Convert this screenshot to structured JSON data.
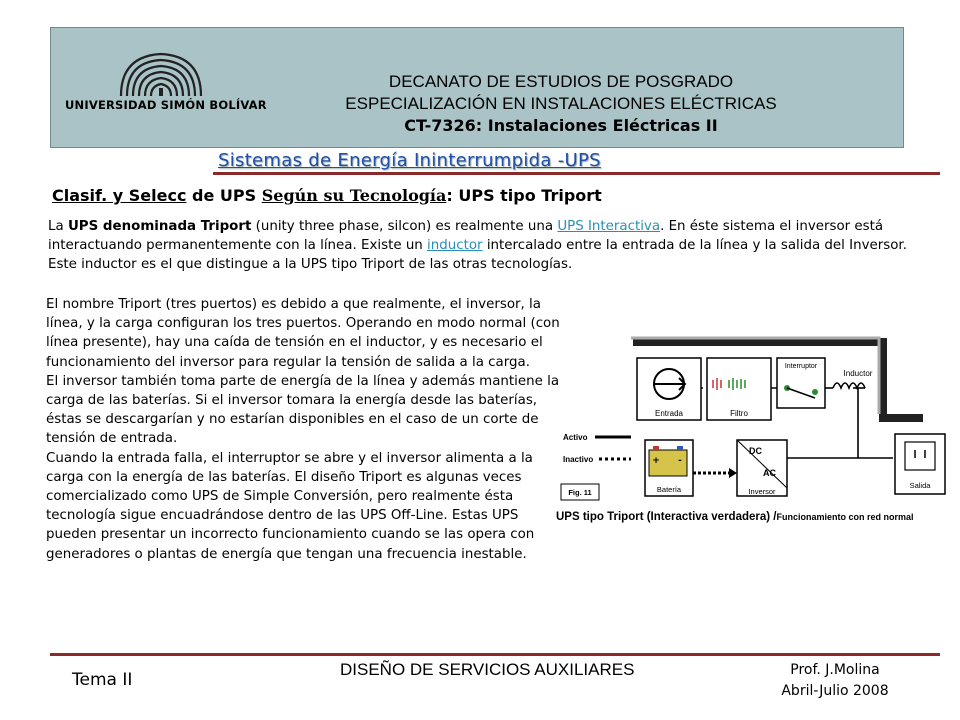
{
  "header": {
    "university": "UNIVERSIDAD SIMÓN BOLÍVAR",
    "line1": "DECANATO DE ESTUDIOS DE POSGRADO",
    "line2": "ESPECIALIZACIÓN EN INSTALACIONES ELÉCTRICAS",
    "line3": "CT-7326: Instalaciones Eléctricas II"
  },
  "subtitle": "Sistemas de Energía Ininterrumpida -UPS",
  "heading": {
    "part1": "Clasif. y Selecc",
    "part2": " de UPS ",
    "part3": "Según su Tecnología",
    "part4": ": ",
    "part5": "UPS tipo Triport"
  },
  "intro": {
    "t1": "La ",
    "b1": "UPS denominada Triport",
    "t2": " (unity three phase, silcon) es realmente una ",
    "link1": "UPS Interactiva",
    "t3": ". En éste sistema el inversor está interactuando permanentemente con la línea. Existe un ",
    "link2": "inductor",
    "t4": " intercalado entre la entrada de la línea y la salida del Inversor. Este inductor es el que distingue a la UPS tipo Triport de las otras tecnologías."
  },
  "body": [
    "El nombre Triport (tres puertos) es debido a que realmente, el inversor, la línea, y la carga configuran los tres puertos. Operando en modo normal (con línea presente), hay una caída de tensión en el inductor, y es necesario el funcionamiento del inversor para regular la tensión de salida a la carga.",
    "El inversor también toma parte de energía de la línea y además mantiene la carga de las baterías. Si el inversor tomara la energía desde las baterías, éstas se descargarían y no estarían disponibles en el caso de un corte de tensión de entrada.",
    "Cuando la entrada falla, el interruptor se abre y el inversor alimenta a la carga con la energía de las baterías. El diseño Triport es algunas veces comercializado como UPS de Simple Conversión, pero realmente ésta tecnología sigue encuadrándose dentro de las UPS Off-Line. Estas UPS pueden presentar un incorrecto funcionamiento cuando se las opera con generadores o plantas de energía que tengan una frecuencia inestable."
  ],
  "diagram": {
    "labels": {
      "interruptor": "Interruptor",
      "inductor": "Inductor",
      "entrada": "Entrada",
      "filtro": "Filtro",
      "activo": "Activo",
      "inactivo": "Inactivo",
      "dc": "DC",
      "ac": "AC",
      "bateria": "Batería",
      "inversor": "Inversor",
      "salida": "Salida",
      "fig": "Fig. 11",
      "plus": "+",
      "minus": "-"
    },
    "caption_main": "UPS tipo Triport (Interactiva verdadera) /",
    "caption_small": "Funcionamiento con red normal"
  },
  "footer": {
    "tema": "Tema II",
    "center": "DISEÑO DE SERVICIOS AUXILIARES",
    "prof": "Prof. J.Molina",
    "period": "Abril-Julio  2008"
  },
  "colors": {
    "header_bg": "#a9c3c6",
    "rule": "#8b2a2a",
    "subtitle": "#1f4fa8",
    "link": "#2a8fb5"
  }
}
